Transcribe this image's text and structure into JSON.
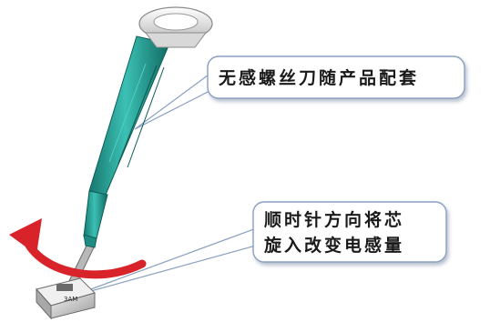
{
  "callouts": [
    {
      "lines": [
        "无感螺丝刀随产品配套"
      ]
    },
    {
      "lines": [
        "顺时针方向将芯",
        "旋入改变电感量"
      ]
    }
  ],
  "component_label": "3AM",
  "colors": {
    "handle": "#2aa89e",
    "handle_dark": "#17786f",
    "arrow": "#d9232a",
    "callout_border": "#8aa0c0",
    "callout_fill": "#ffffff"
  }
}
